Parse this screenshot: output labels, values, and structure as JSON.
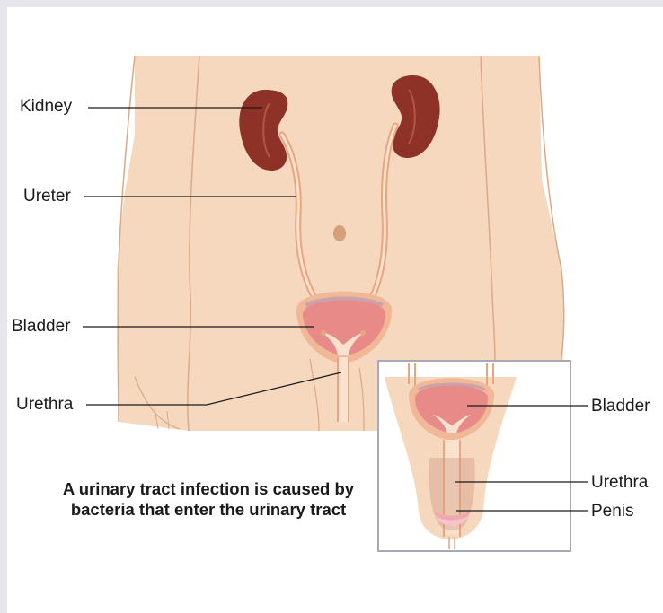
{
  "labels": {
    "main": {
      "kidney": "Kidney",
      "ureter": "Ureter",
      "bladder": "Bladder",
      "urethra": "Urethra"
    },
    "inset": {
      "bladder": "Bladder",
      "urethra": "Urethra",
      "penis": "Penis"
    }
  },
  "caption": {
    "line1": "A urinary tract infection is caused by",
    "line2": "bacteria that enter the urinary tract"
  },
  "colors": {
    "skin": "#f6d8bf",
    "skin_outline": "#d8aa88",
    "kidney": "#8e3228",
    "bladder_inner": "#e88a88",
    "ureter": "#f0b48c",
    "inset_border": "#a7a9b7"
  }
}
